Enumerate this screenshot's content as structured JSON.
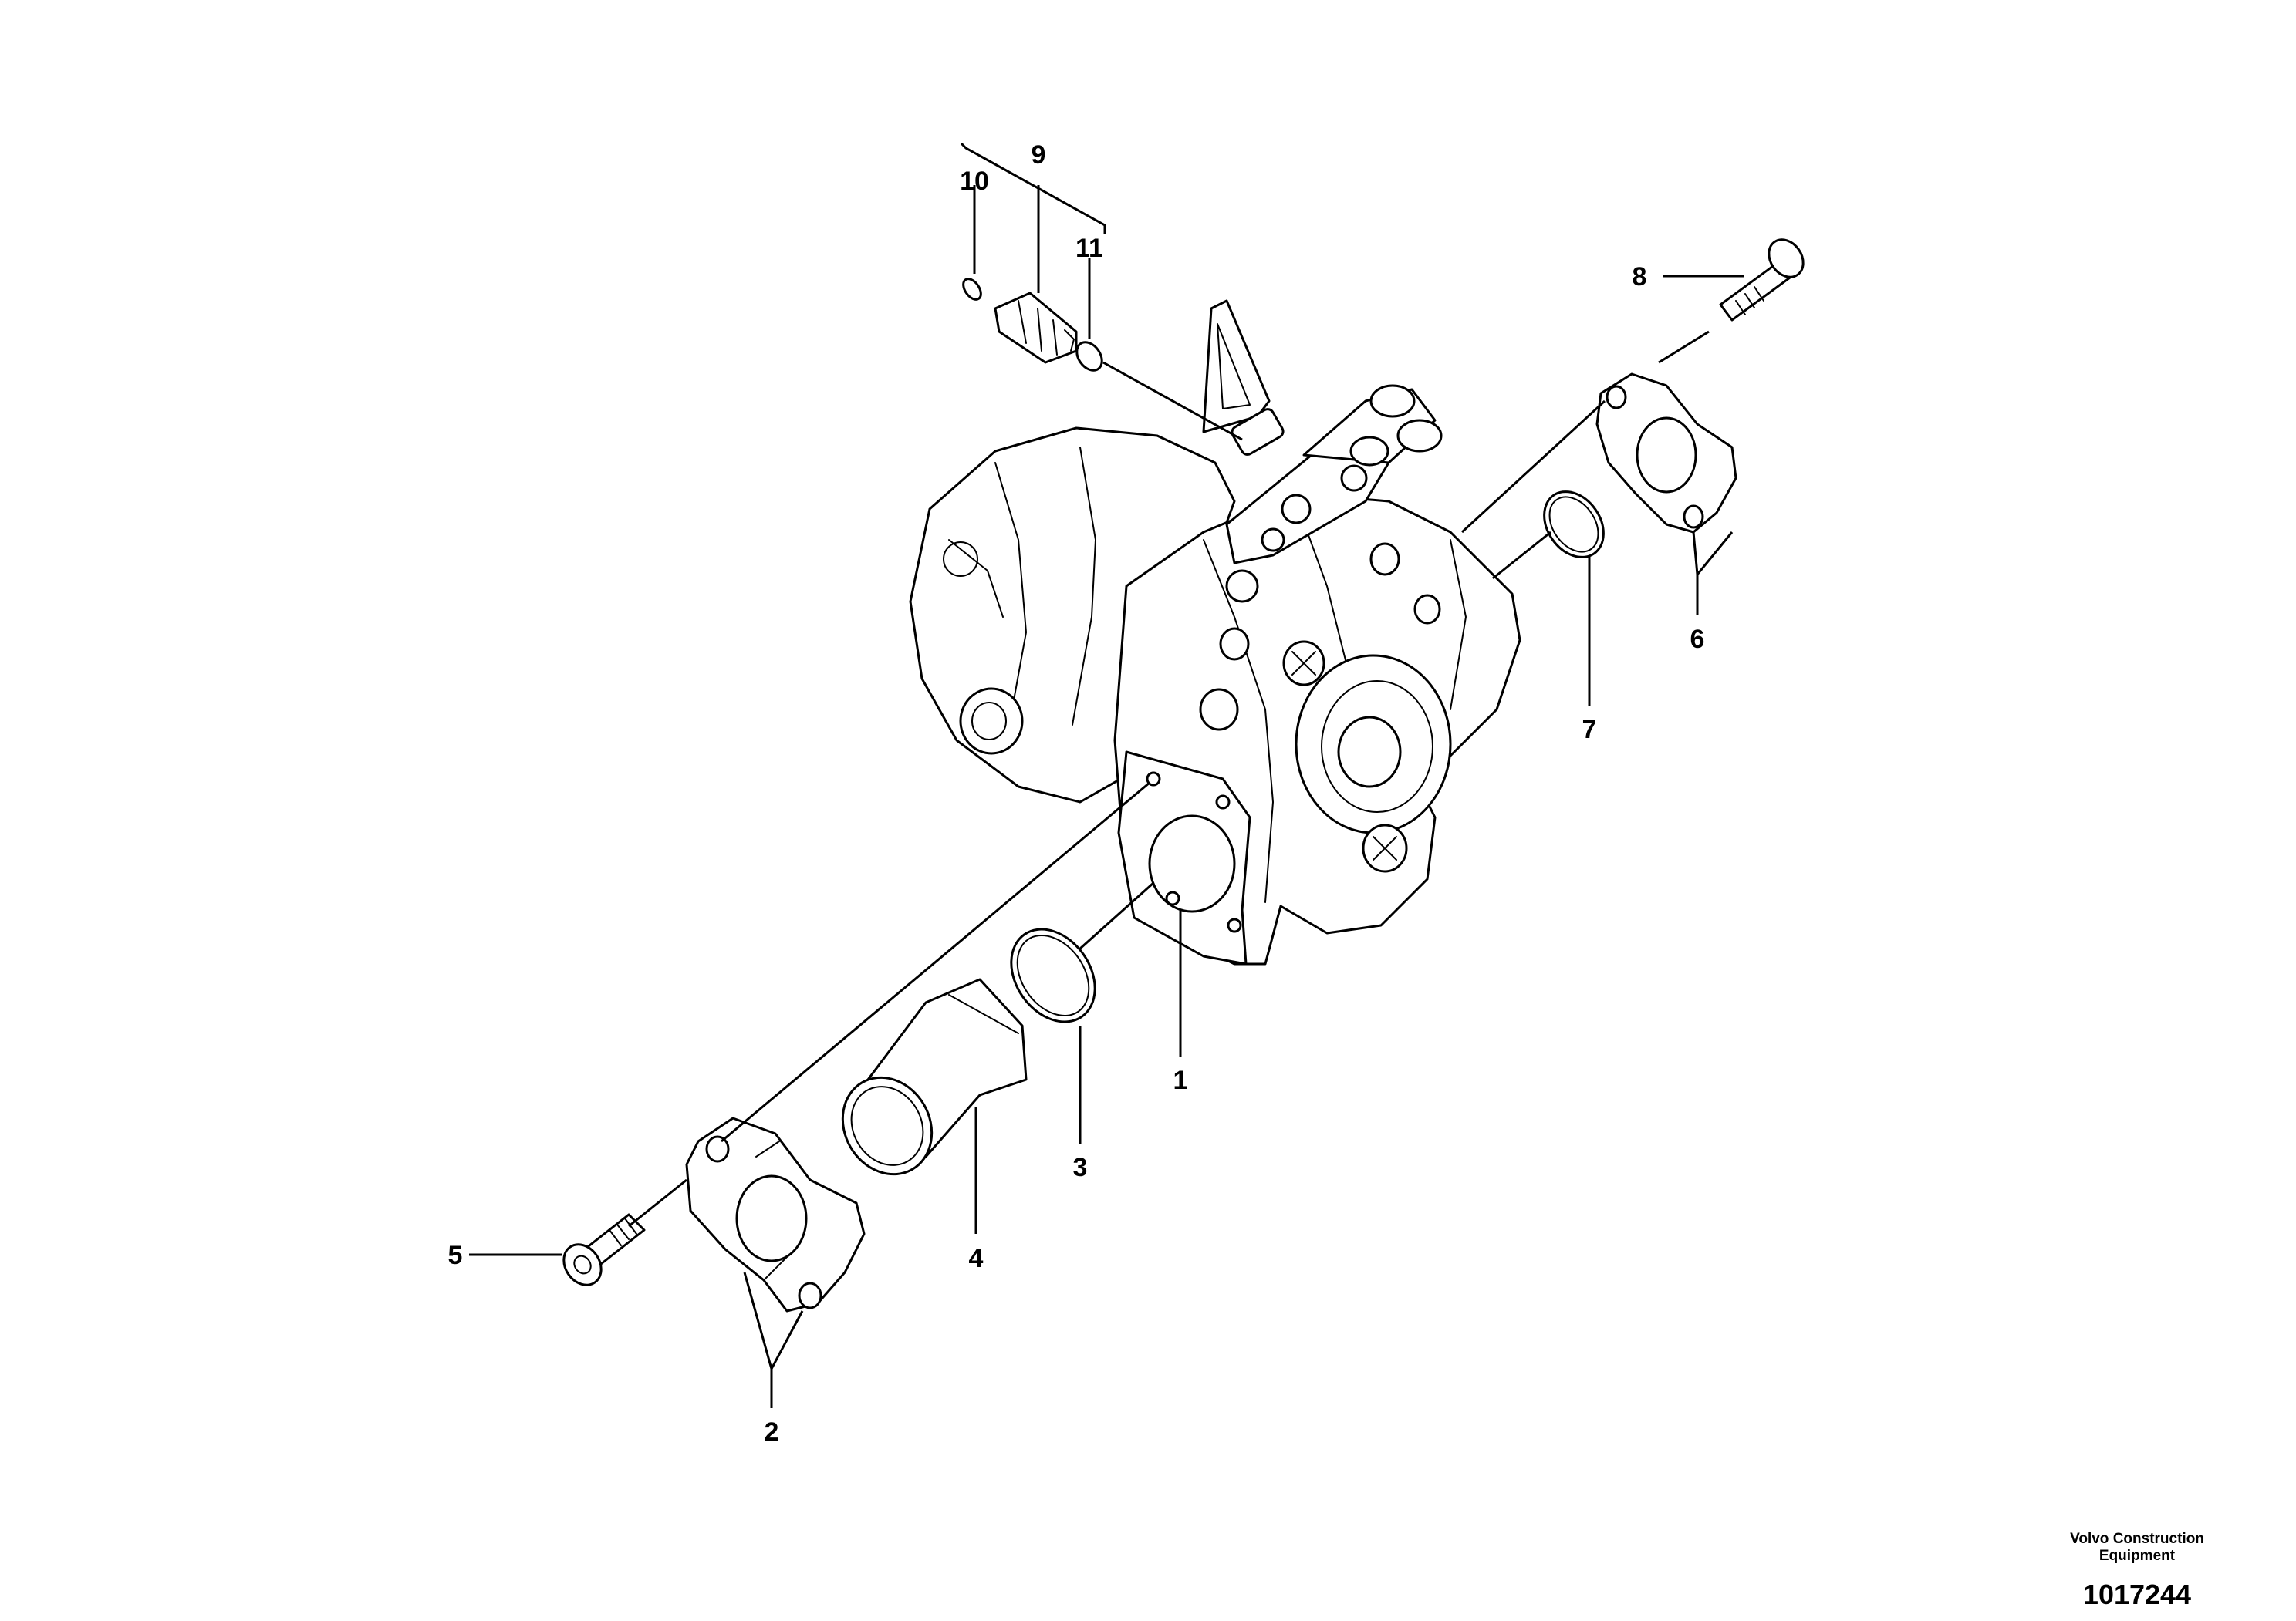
{
  "callouts": [
    {
      "id": "1",
      "label": "1"
    },
    {
      "id": "2",
      "label": "2"
    },
    {
      "id": "3",
      "label": "3"
    },
    {
      "id": "4",
      "label": "4"
    },
    {
      "id": "5",
      "label": "5"
    },
    {
      "id": "6",
      "label": "6"
    },
    {
      "id": "7",
      "label": "7"
    },
    {
      "id": "8",
      "label": "8"
    },
    {
      "id": "9",
      "label": "9"
    },
    {
      "id": "10",
      "label": "10"
    },
    {
      "id": "11",
      "label": "11"
    }
  ],
  "footer": {
    "company_line1": "Volvo Construction",
    "company_line2": "Equipment",
    "drawing_number": "1017244"
  }
}
